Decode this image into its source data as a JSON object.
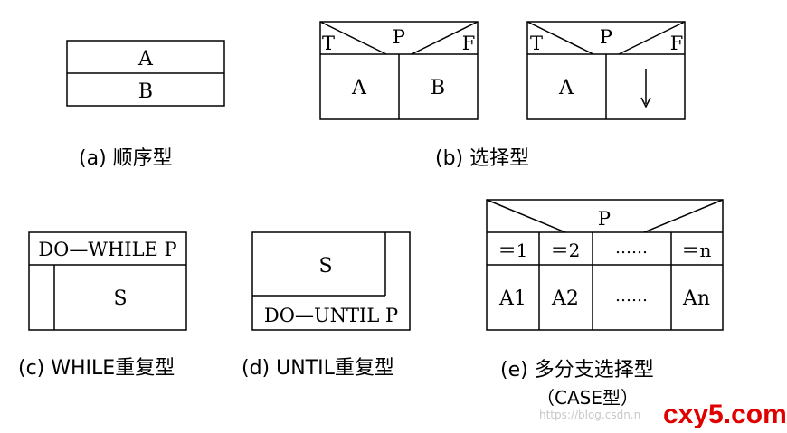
{
  "diagrams": {
    "sequence": {
      "row1": "A",
      "row2": "B",
      "caption": "(a) 顺序型"
    },
    "selection": {
      "t": "T",
      "p": "P",
      "f": "F",
      "left": "A",
      "right": "B",
      "caption": "(b) 选择型"
    },
    "selection_empty": {
      "t": "T",
      "p": "P",
      "f": "F",
      "left": "A"
    },
    "while": {
      "header": "DO—WHILE P",
      "body": "S",
      "caption": "(c) WHILE重复型"
    },
    "until": {
      "body": "S",
      "footer": "DO—UNTIL P",
      "caption": "(d) UNTIL重复型"
    },
    "case": {
      "p": "P",
      "conditions": [
        "＝1",
        "＝2",
        "……",
        "＝n"
      ],
      "actions": [
        "A1",
        "A2",
        "……",
        "An"
      ],
      "caption": "(e) 多分支选择型",
      "caption2": "（CASE型）"
    }
  },
  "watermark": "https://blog.csdn.n",
  "logo": "cxy5.com",
  "colors": {
    "line": "#000000",
    "logo": "#e00000",
    "watermark": "#c8c8c8"
  }
}
